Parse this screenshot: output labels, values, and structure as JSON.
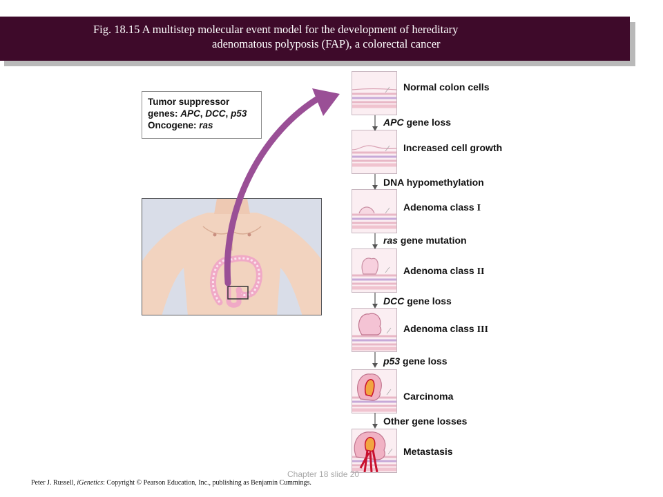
{
  "title": {
    "line1": "Fig. 18.15  A multistep molecular event model for the development of hereditary",
    "line2": "adenomatous polyposis (FAP), a colorectal cancer"
  },
  "legend": {
    "tumor_suppressor_label": "Tumor suppressor",
    "genes_prefix": "genes: ",
    "gene1": "APC",
    "gene2": "DCC",
    "gene3": "p53",
    "sep": ", ",
    "oncogene_prefix": "Oncogene: ",
    "oncogene": "ras"
  },
  "stages": [
    {
      "label": "Normal colon cells",
      "roman": ""
    },
    {
      "label": "Increased cell growth",
      "roman": ""
    },
    {
      "label": "Adenoma class ",
      "roman": "I"
    },
    {
      "label": "Adenoma class ",
      "roman": "II"
    },
    {
      "label": "Adenoma class ",
      "roman": "III"
    },
    {
      "label": "Carcinoma",
      "roman": ""
    },
    {
      "label": "Metastasis",
      "roman": ""
    }
  ],
  "events": [
    {
      "italic": "APC",
      "rest": " gene loss"
    },
    {
      "italic": "",
      "rest": "DNA hypomethylation"
    },
    {
      "italic": "ras",
      "rest": " gene mutation"
    },
    {
      "italic": "DCC",
      "rest": " gene loss"
    },
    {
      "italic": "p53",
      "rest": " gene loss"
    },
    {
      "italic": "",
      "rest": "Other gene losses"
    }
  ],
  "footer": {
    "slide_number": "Chapter 18 slide 20",
    "credit_prefix": "Peter J. Russell, ",
    "credit_book": "iGenetics",
    "credit_suffix": ": Copyright © Pearson Education, Inc., publishing as Benjamin Cummings."
  },
  "colors": {
    "title_bar": "#3e0a2a",
    "arrow": "#9a4f96",
    "tissue_pink": "#f4d6df",
    "tumor_red": "#c8102e",
    "skin": "#f2d3bf",
    "body_bg": "#d9dde8"
  }
}
